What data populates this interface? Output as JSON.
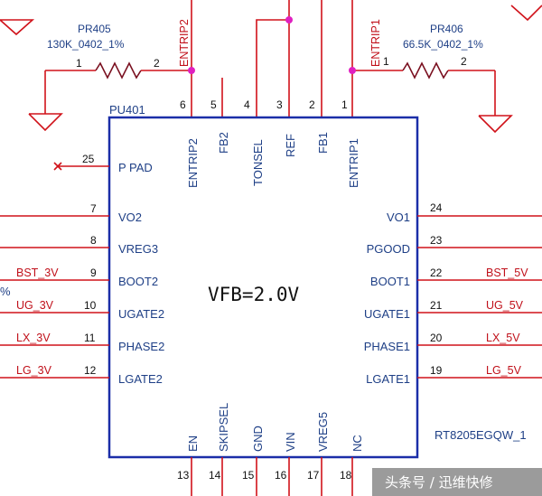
{
  "chip": {
    "ref": "PU401",
    "part": "RT8205EGQW_1",
    "center_text": "VFB=2.0V"
  },
  "resistors": {
    "left": {
      "ref": "PR405",
      "value": "130K_0402_1%",
      "pin1": "1",
      "pin2": "2"
    },
    "right": {
      "ref": "PR406",
      "value": "66.5K_0402_1%",
      "pin1": "1",
      "pin2": "2"
    }
  },
  "top_pins": [
    {
      "num": "6",
      "name": "ENTRIP2"
    },
    {
      "num": "5",
      "name": "FB2"
    },
    {
      "num": "4",
      "name": "TONSEL"
    },
    {
      "num": "3",
      "name": "REF"
    },
    {
      "num": "2",
      "name": "FB1"
    },
    {
      "num": "1",
      "name": "ENTRIP1"
    }
  ],
  "top_nets": {
    "left": "ENTRIP2",
    "right": "ENTRIP1"
  },
  "left_pins": [
    {
      "num": "25",
      "name": "P PAD",
      "net": ""
    },
    {
      "num": "7",
      "name": "VO2",
      "net": ""
    },
    {
      "num": "8",
      "name": "VREG3",
      "net": ""
    },
    {
      "num": "9",
      "name": "BOOT2",
      "net": "BST_3V"
    },
    {
      "num": "10",
      "name": "UGATE2",
      "net": "UG_3V"
    },
    {
      "num": "11",
      "name": "PHASE2",
      "net": "LX_3V"
    },
    {
      "num": "12",
      "name": "LGATE2",
      "net": "LG_3V"
    }
  ],
  "right_pins": [
    {
      "num": "24",
      "name": "VO1",
      "net": ""
    },
    {
      "num": "23",
      "name": "PGOOD",
      "net": ""
    },
    {
      "num": "22",
      "name": "BOOT1",
      "net": "BST_5V"
    },
    {
      "num": "21",
      "name": "UGATE1",
      "net": "UG_5V"
    },
    {
      "num": "20",
      "name": "PHASE1",
      "net": "LX_5V"
    },
    {
      "num": "19",
      "name": "LGATE1",
      "net": "LG_5V"
    }
  ],
  "bottom_pins": [
    {
      "num": "13",
      "name": "EN"
    },
    {
      "num": "14",
      "name": "SKIPSEL"
    },
    {
      "num": "15",
      "name": "GND"
    },
    {
      "num": "16",
      "name": "VIN"
    },
    {
      "num": "17",
      "name": "VREG5"
    },
    {
      "num": "18",
      "name": "NC"
    }
  ],
  "left_edge_mark": "%",
  "watermark": "头条号 / 迅维快修",
  "colors": {
    "wire": "#d0121a",
    "box": "#1b2ea8",
    "junction": "#e020c0",
    "label": "#1e3f86",
    "net": "#c0101a"
  }
}
